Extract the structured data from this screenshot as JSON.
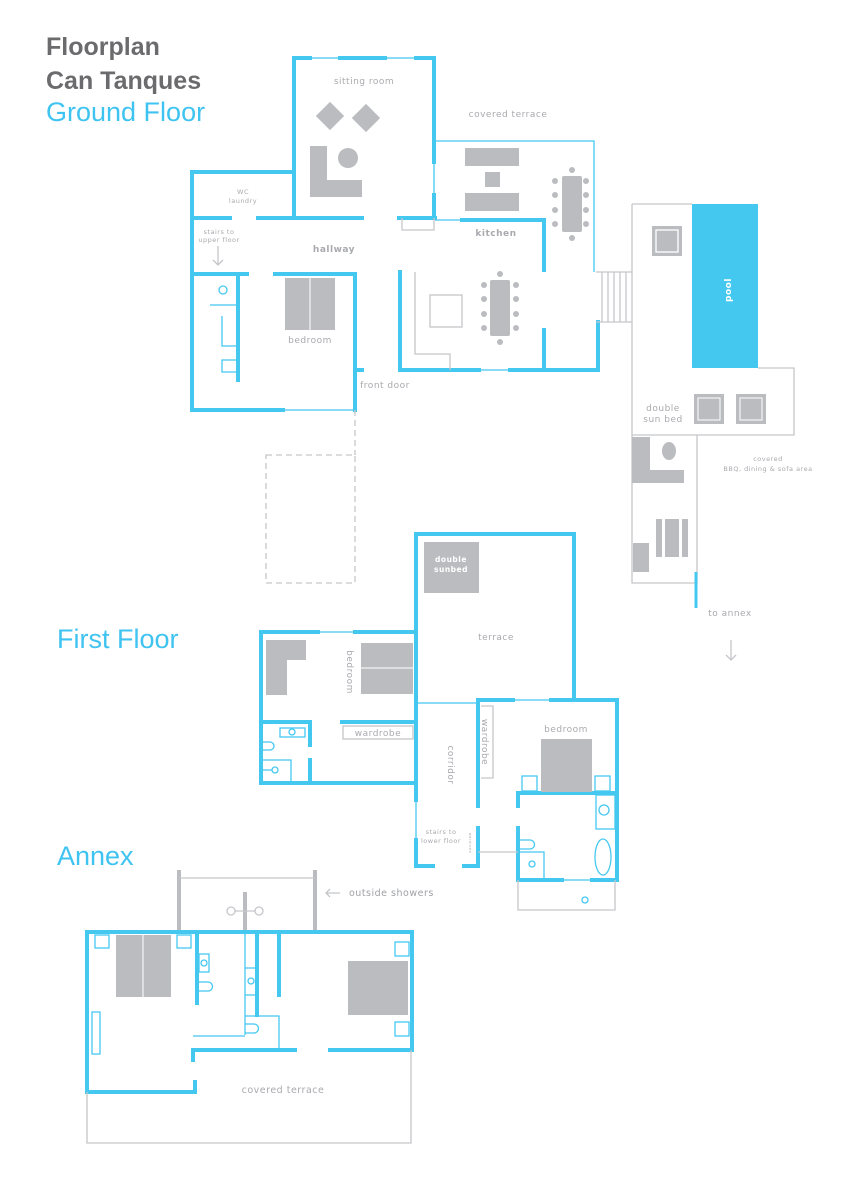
{
  "title": {
    "line1": "Floorplan",
    "line2": "Can Tanques"
  },
  "sections": {
    "ground": "Ground Floor",
    "first": "First Floor",
    "annex": "Annex"
  },
  "ground_labels": {
    "sitting_room": "sitting room",
    "covered_terrace": "covered terrace",
    "wc": "WC",
    "laundry": "laundry",
    "stairs1": "stairs to",
    "stairs2": "upper floor",
    "hallway": "hallway",
    "kitchen": "kitchen",
    "bedroom": "bedroom",
    "front_door": "front door",
    "pool": "pool",
    "sun_bed1": "double",
    "sun_bed2": "sun bed",
    "bbq1": "covered",
    "bbq2": "BBQ, dining & sofa area",
    "to_annex": "to annex"
  },
  "first_labels": {
    "sunbed1": "double",
    "sunbed2": "sunbed",
    "terrace": "terrace",
    "bedroom_left": "bedroom",
    "wardrobe_left": "wardrobe",
    "corridor": "corridor",
    "wardrobe_right": "wardrobe",
    "bedroom_right": "bedroom",
    "stairs1": "stairs to",
    "stairs2": "lower floor",
    "wardrobe_small": "wardrobe"
  },
  "annex_labels": {
    "outside_showers": "outside showers",
    "covered_terrace": "covered terrace"
  },
  "colors": {
    "wall": "#45c8f0",
    "furniture": "#bbbcc0",
    "title": "#6b6b6e"
  }
}
